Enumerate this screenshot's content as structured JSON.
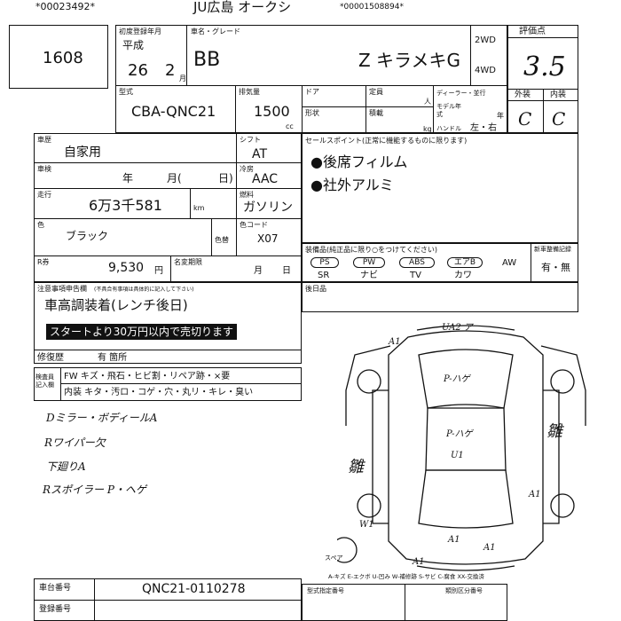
{
  "header": {
    "barcode_left": "*00023492*",
    "auction": "JU広島 オークシ",
    "barcode_right": "*00001508894*",
    "lot_number": "1608"
  },
  "registration": {
    "label": "初度登録年月",
    "era": "平成",
    "year": "26",
    "month": "2",
    "month_unit": "月"
  },
  "model": {
    "label": "車名・グレード",
    "name": "BB",
    "grade": "Z キラメキG",
    "drive_2wd": "2WD",
    "drive_4wd": "4WD"
  },
  "score": {
    "label": "評価点",
    "value": "3.5",
    "exterior_label": "外装",
    "interior_label": "内装",
    "exterior_value": "C",
    "interior_value": "C"
  },
  "specs": {
    "type_label": "型式",
    "type_value": "CBA-QNC21",
    "displacement_label": "排気量",
    "displacement_value": "1500",
    "displacement_unit": "cc",
    "door_label": "ドア",
    "capacity_label": "定員",
    "capacity_unit": "人",
    "shape_label": "形状",
    "load_label": "積載",
    "load_unit": "kg",
    "dealer_label": "ディーラー・並行",
    "model_year_label": "モデル年式",
    "year_unit": "年",
    "handle_label": "ハンドル",
    "handle_value": "左・右"
  },
  "usage": {
    "label": "車歴",
    "value": "自家用",
    "shift_label": "シフト",
    "shift_value": "AT",
    "inspection_label": "車検",
    "inspection_year": "年",
    "inspection_month": "月(",
    "inspection_day": "日)",
    "ac_label": "冷房",
    "ac_value": "AAC",
    "mileage_label": "走行",
    "mileage_value": "6万3千581",
    "mileage_unit": "km",
    "fuel_label": "燃料",
    "fuel_value": "ガソリン",
    "color_label": "色",
    "color_value": "ブラック",
    "color_change_label": "色替",
    "color_code_label": "色コード",
    "color_code_value": "X07",
    "recycle_label": "R券",
    "recycle_value": "9,530",
    "recycle_unit": "円",
    "nameplate_label": "名変期限",
    "nameplate_month": "月",
    "nameplate_day": "日"
  },
  "sales_points": {
    "label": "セールスポイント(正常に機能するものに限ります)",
    "items": [
      "●後席フィルム",
      "●社外アルミ"
    ]
  },
  "notes": {
    "label": "注意事項申告欄",
    "sub_label": "(不具合有事項は具体的に記入して下さい)",
    "main_note": "車高調装着(レンチ後日)",
    "banner": "スタートより30万円以内で売切ります",
    "repair_label": "修復歴",
    "repair_value": "有 箇所"
  },
  "equipment": {
    "label": "装備品(純正品に限り○をつけてください)",
    "row1": [
      "PS",
      "PW",
      "ABS",
      "エアB",
      "AW"
    ],
    "row2": [
      "SR",
      "ナビ",
      "TV",
      "カワ"
    ],
    "after_label": "後日品",
    "new_car_warranty_label": "新車整備記録",
    "new_car_warranty_value": "有・無"
  },
  "inspector": {
    "label": "検査員記入欄",
    "exterior_row": "FW キズ・飛石・ヒビ割・リペア跡・×要",
    "interior_row": "内装 キタ・汚ロ・コゲ・穴・丸リ・キレ・臭い",
    "handwritten": [
      "Dミラー・ボディールA",
      "Rワイパー欠",
      "下廻りA",
      "Rスポイラー P・ヘゲ"
    ]
  },
  "diagram": {
    "marks": [
      "UA2 ア",
      "P-ハゲ",
      "P-ハゲ",
      "U1",
      "W1",
      "A1",
      "A1",
      "A1",
      "A1",
      "A1",
      "スペア"
    ],
    "side_text_left": "雛",
    "side_text_right": "雛",
    "legend": "A-キズ E-エクボ U-凹み W-補修跡 S-サビ C-腐食 XX-交換済"
  },
  "footer": {
    "chassis_label": "車台番号",
    "chassis_value": "QNC21-0110278",
    "reg_label": "登録番号",
    "model_number_label": "型式指定番号",
    "category_label": "類別区分番号"
  }
}
